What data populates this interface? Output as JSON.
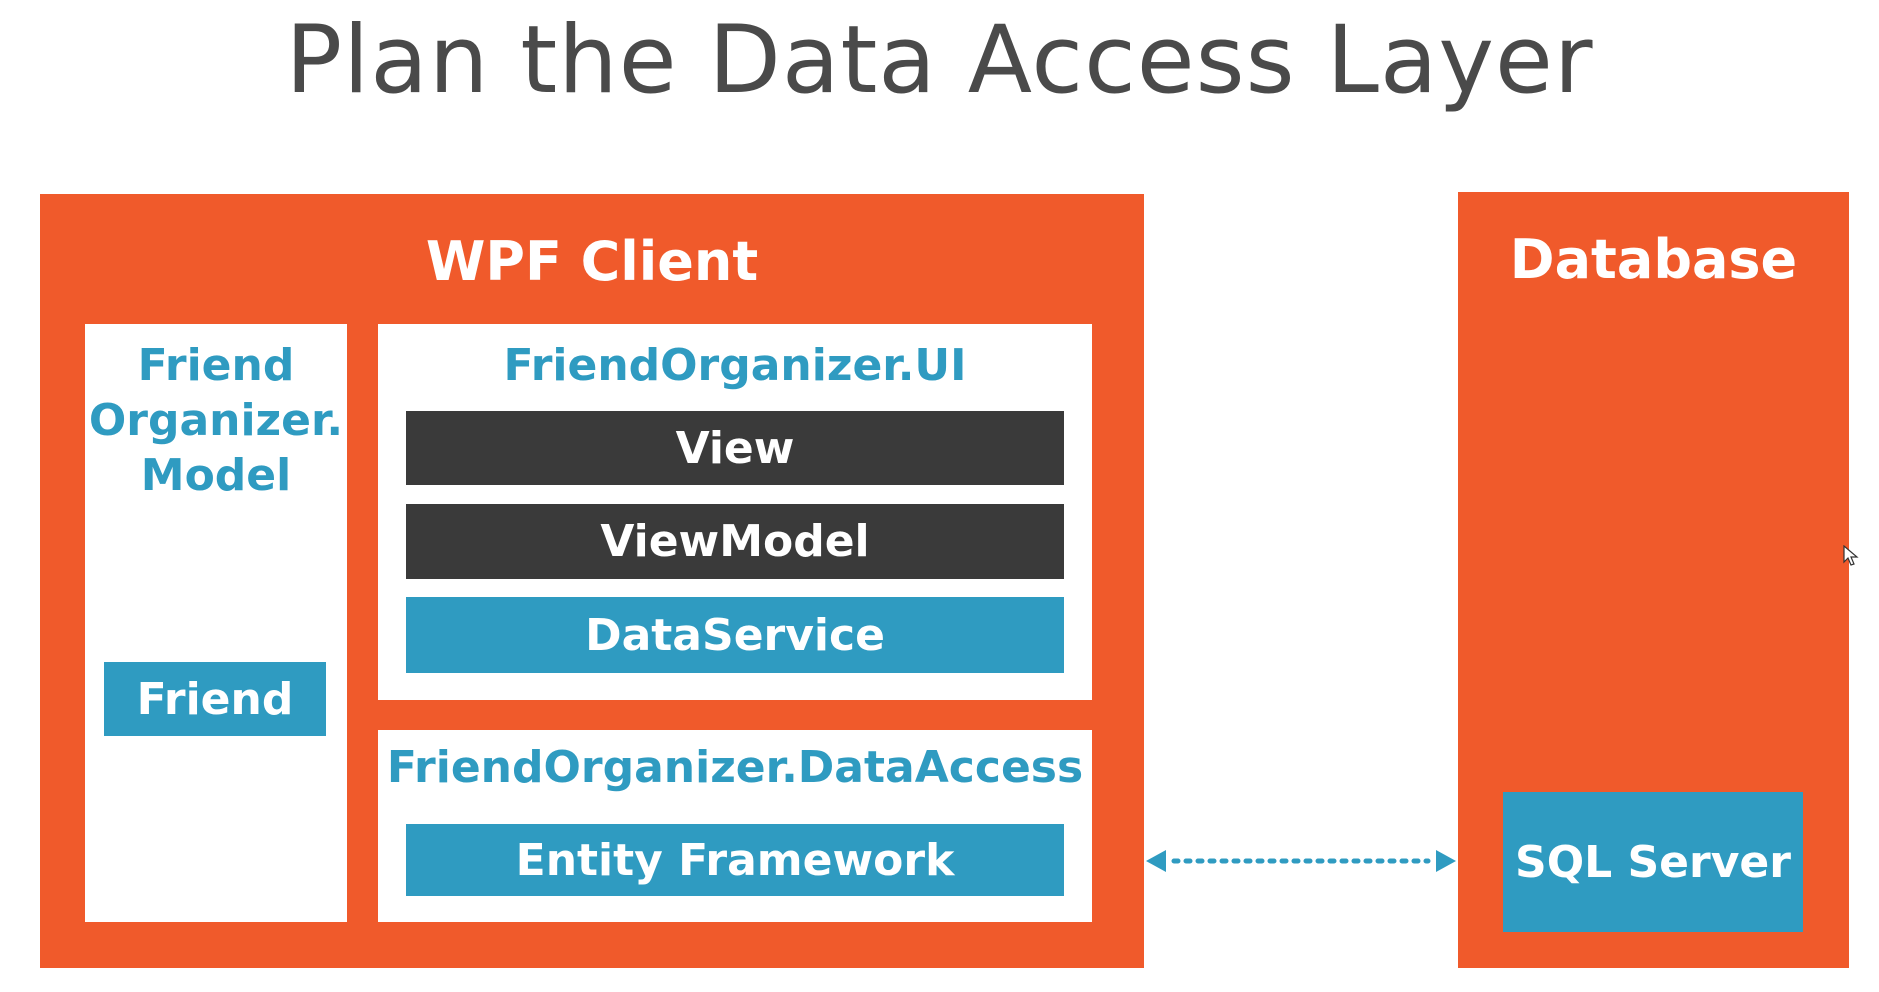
{
  "slide": {
    "title": "Plan the Data Access Layer"
  },
  "wpf_client": {
    "title": "WPF Client",
    "model_project": {
      "heading_line1": "Friend",
      "heading_line2": "Organizer.",
      "heading_line3": "Model",
      "entity": "Friend"
    },
    "ui_project": {
      "heading": "FriendOrganizer.UI",
      "layers": [
        "View",
        "ViewModel",
        "DataService"
      ]
    },
    "data_access_project": {
      "heading": "FriendOrganizer.DataAccess",
      "component": "Entity Framework"
    }
  },
  "database": {
    "title": "Database",
    "component": "SQL Server"
  },
  "colors": {
    "panel_orange": "#f05a2b",
    "accent_blue": "#2f9bc1",
    "dark_bar": "#3a3a3a",
    "title_gray": "#4a4a4a"
  }
}
